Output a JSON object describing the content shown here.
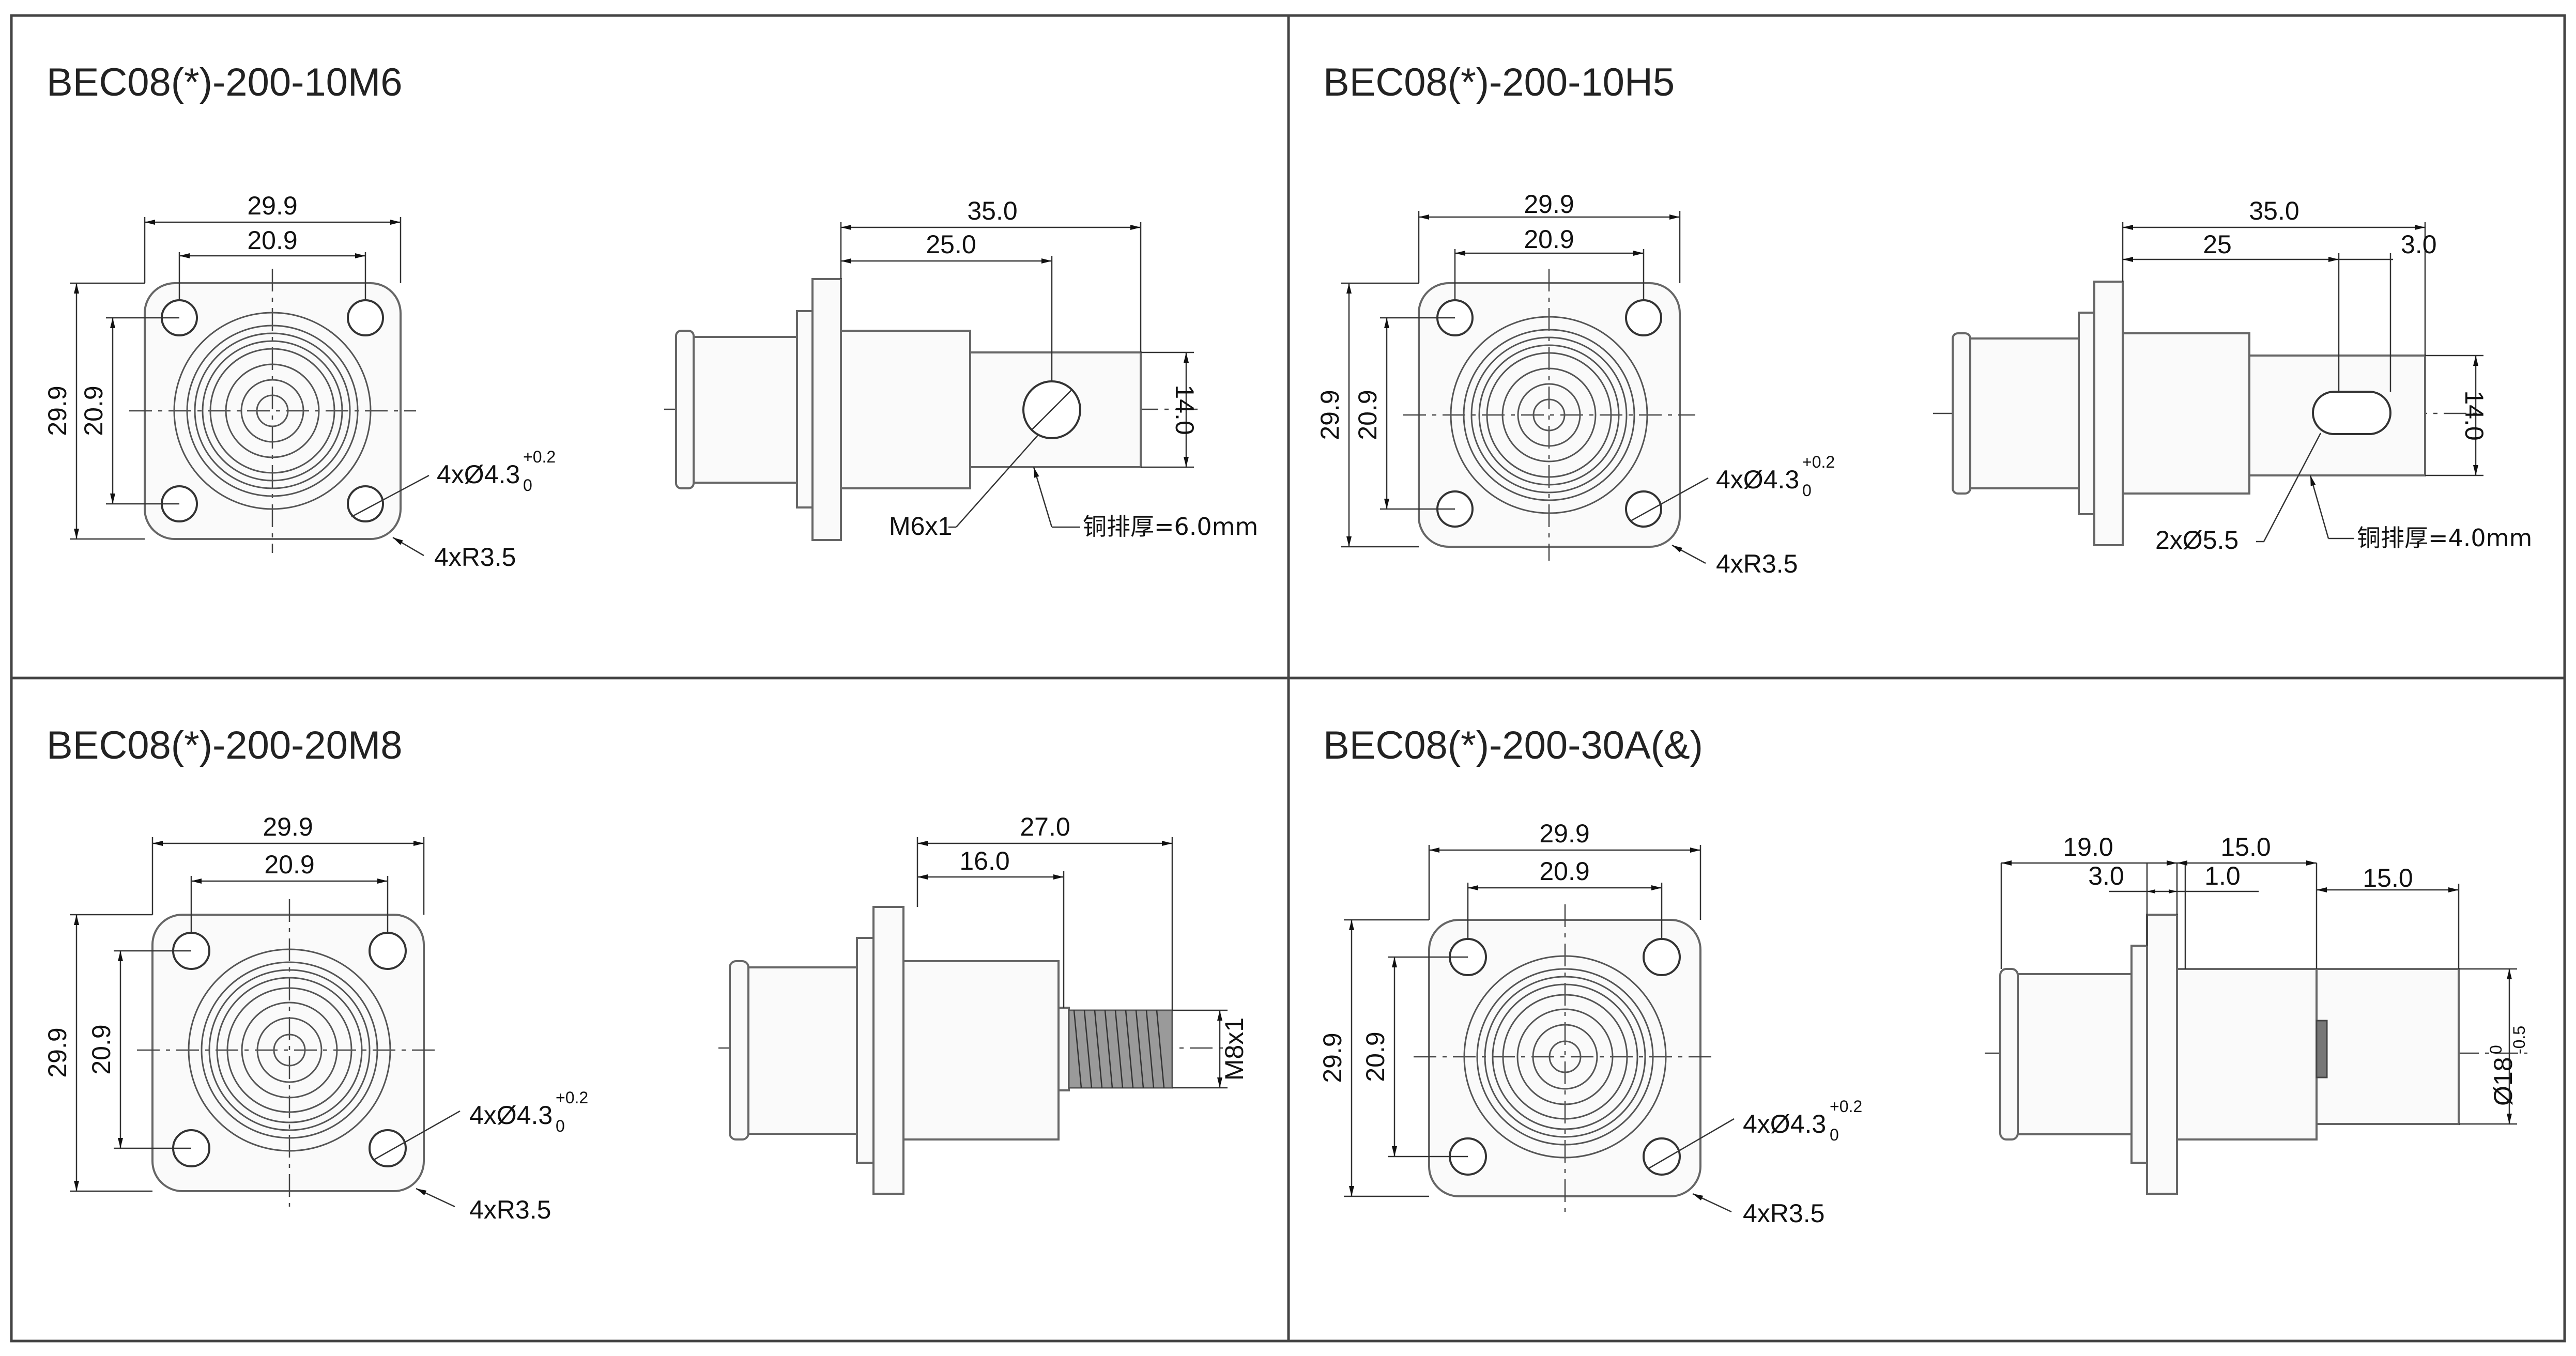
{
  "panels": [
    {
      "title": "BEC08(*)-200-10M6",
      "front": {
        "outer_w": "29.9",
        "inner_w": "20.9",
        "outer_h": "29.9",
        "inner_h": "20.9",
        "hole": "4xØ4.3",
        "hole_tol_upper": "+0.2",
        "hole_tol_lower": "0",
        "radius": "4xR3.5"
      },
      "side": {
        "len_total": "35.0",
        "len_a": "25.0",
        "height": "14.0",
        "thread": "M6x1",
        "busbar": "铜排厚=6.0mm"
      }
    },
    {
      "title": "BEC08(*)-200-10H5",
      "front": {
        "outer_w": "29.9",
        "inner_w": "20.9",
        "outer_h": "29.9",
        "inner_h": "20.9",
        "hole": "4xØ4.3",
        "hole_tol_upper": "+0.2",
        "hole_tol_lower": "0",
        "radius": "4xR3.5"
      },
      "side": {
        "len_total": "35.0",
        "len_a": "25",
        "len_b": "3.0",
        "height": "14.0",
        "slot": "2xØ5.5",
        "busbar": "铜排厚=4.0mm"
      }
    },
    {
      "title": "BEC08(*)-200-20M8",
      "front": {
        "outer_w": "29.9",
        "inner_w": "20.9",
        "outer_h": "29.9",
        "inner_h": "20.9",
        "hole": "4xØ4.3",
        "hole_tol_upper": "+0.2",
        "hole_tol_lower": "0",
        "radius": "4xR3.5"
      },
      "side": {
        "len_total": "27.0",
        "len_a": "16.0",
        "thread": "M8x1"
      }
    },
    {
      "title": "BEC08(*)-200-30A(&)",
      "front": {
        "outer_w": "29.9",
        "inner_w": "20.9",
        "outer_h": "29.9",
        "inner_h": "20.9",
        "hole": "4xØ4.3",
        "hole_tol_upper": "+0.2",
        "hole_tol_lower": "0",
        "radius": "4xR3.5"
      },
      "side": {
        "len_a": "19.0",
        "len_b": "3.0",
        "len_c": "15.0",
        "len_d": "1.0",
        "len_e": "15.0",
        "diameter": "Ø18",
        "dia_tol_upper": "0",
        "dia_tol_lower": "-0.5"
      }
    }
  ]
}
